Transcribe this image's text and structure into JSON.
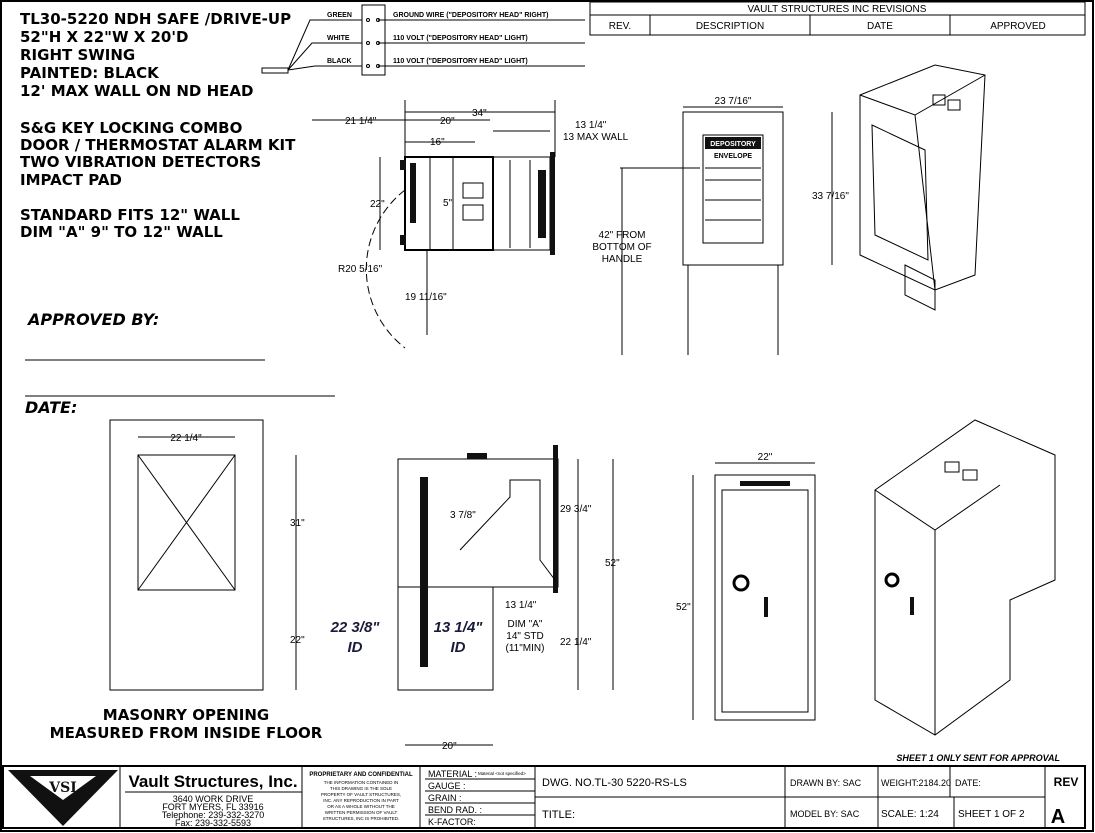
{
  "notes": {
    "lines": [
      "TL30-5220 NDH SAFE /DRIVE-UP",
      "52\"H X 22\"W X 20'D",
      "RIGHT SWING",
      "PAINTED: BLACK",
      "12' MAX WALL ON ND HEAD"
    ],
    "features": [
      "S&G KEY LOCKING COMBO",
      "DOOR / THERMOSTAT ALARM KIT",
      "TWO VIBRATION DETECTORS",
      "IMPACT PAD"
    ],
    "fit": [
      "STANDARD FITS 12\" WALL",
      "DIM \"A\" 9\" TO 12\" WALL"
    ],
    "approved_by": "APPROVED BY:",
    "date": "DATE:"
  },
  "wiring": [
    {
      "color": "GREEN",
      "desc": "GROUND WIRE (\"DEPOSITORY HEAD\" RIGHT)"
    },
    {
      "color": "WHITE",
      "desc": "110 VOLT (\"DEPOSITORY HEAD\" LIGHT)"
    },
    {
      "color": "BLACK",
      "desc": "110 VOLT (\"DEPOSITORY HEAD\" LIGHT)"
    }
  ],
  "revisions": {
    "title": "VAULT STRUCTURES INC REVISIONS",
    "columns": [
      "REV.",
      "DESCRIPTION",
      "DATE",
      "APPROVED"
    ]
  },
  "top_view": {
    "dims": [
      "21 1/4\"",
      "20\"",
      "34\"",
      "16\"",
      "13 1/4\"",
      "13 MAX WALL",
      "22\"",
      "R20 5/16\"",
      "19 11/16\"",
      "5\""
    ]
  },
  "front_view": {
    "dims": [
      "23 7/16\"",
      "33 7/16\""
    ],
    "handle_note": [
      "42\" FROM",
      "BOTTOM OF",
      "HANDLE"
    ],
    "depository_label": "DEPOSITORY",
    "envelope_label": "ENVELOPE"
  },
  "masonry": {
    "dims": [
      "22 1/4\"",
      "31\"",
      "22\""
    ],
    "caption": [
      "MASONRY OPENING",
      "MEASURED FROM INSIDE FLOOR"
    ]
  },
  "section": {
    "dims": [
      "3 7/8\"",
      "29 3/4\"",
      "52\"",
      "13 1/4\"",
      "22 1/4\"",
      "20\""
    ],
    "dim_a": [
      "DIM \"A\"",
      "14\" STD",
      "(11\"MIN)"
    ],
    "id_left": [
      "22 3/8\"",
      "ID"
    ],
    "id_right": [
      "13 1/4\"",
      "ID"
    ]
  },
  "door_view": {
    "dims": [
      "22\"",
      "52\""
    ]
  },
  "sheet_note": "SHEET 1 ONLY SENT FOR APPROVAL",
  "title_block": {
    "logo": "VSI",
    "company": "Vault Structures, Inc.",
    "address": [
      "3640 WORK DRIVE",
      "FORT MYERS, FL 33916",
      "Telephone: 239-332-3270",
      "Fax: 239-332-5593"
    ],
    "proprietary_title": "PROPRIETARY AND CONFIDENTIAL",
    "proprietary_text": [
      "THE INFORMATION CONTAINED IN",
      "THIS DRAWING IS THE SOLE",
      "PROPERTY OF VAULT STRUCTURES,",
      "INC. ANY REPRODUCTION IN PART",
      "OR AS A WHOLE WITHOUT THE",
      "WRITTEN PERMISSION OF VAULT",
      "STRUCTURES, INC IS PROHIBITED."
    ],
    "material": "MATERIAL :",
    "material_value": "Material <not specified>",
    "gauge": "GAUGE :",
    "grain": "GRAIN :",
    "bend_rad": "BEND RAD. :",
    "k_factor": "K-FACTOR:",
    "dwg_no": "DWG. NO.TL-30 5220-RS-LS",
    "title": "TITLE:",
    "drawn_by": "DRAWN BY: SAC",
    "model_by": "MODEL BY: SAC",
    "weight": "WEIGHT:2184.20",
    "scale": "SCALE: 1:24",
    "date": "DATE:",
    "sheet": "SHEET 1 OF 2",
    "rev_label": "REV",
    "rev_value": "A"
  }
}
